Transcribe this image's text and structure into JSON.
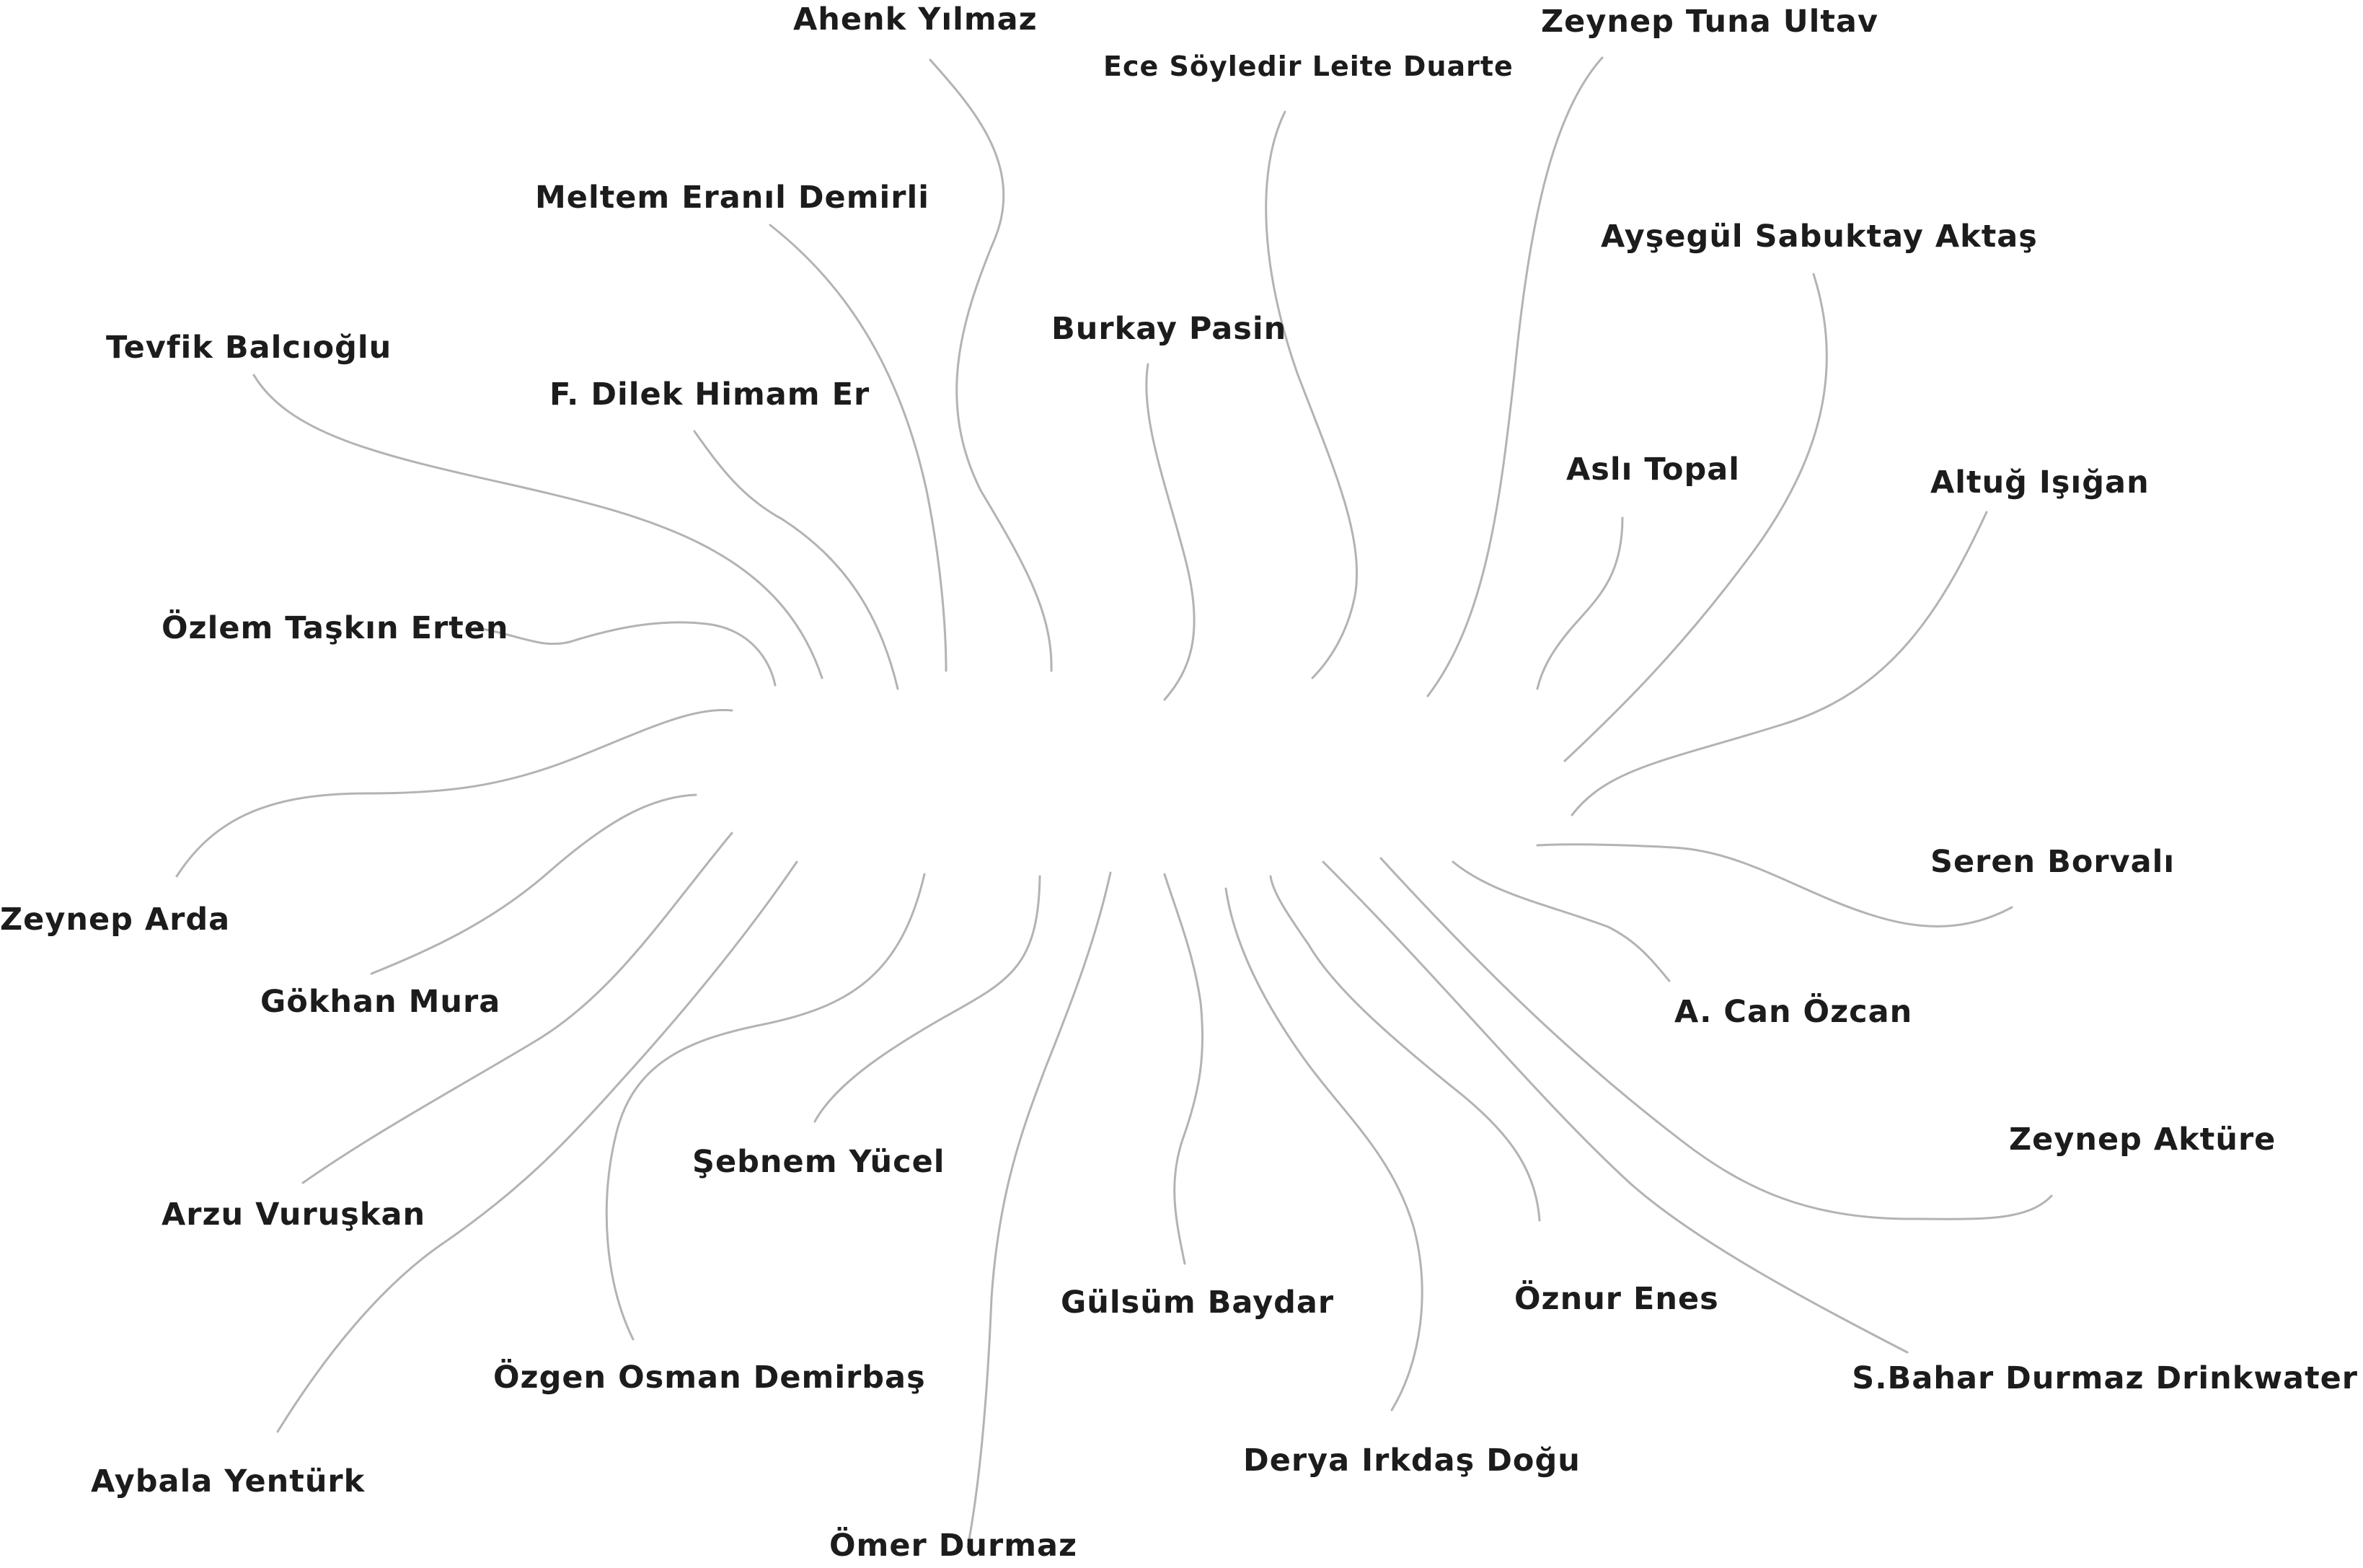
{
  "names": [
    "Ahenk Yılmaz",
    "Ece Söyledir Leite Duarte",
    "Zeynep Tuna Ultav",
    "Meltem Eranıl Demirli",
    "Ayşegül Sabuktay Aktaş",
    "Burkay Pasin",
    "Tevfik Balcıoğlu",
    "F. Dilek Himam Er",
    "Aslı Topal",
    "Altuğ Işığan",
    "Özlem Taşkın Erten",
    "Seren Borvalı",
    "Zeynep Arda",
    "Gökhan Mura",
    "A. Can Özcan",
    "Zeynep Aktüre",
    "Şebnem Yücel",
    "Arzu Vuruşkan",
    "Gülsüm Baydar",
    "Öznur Enes",
    "Özgen Osman Demirbaş",
    "S.Bahar Durmaz Drinkwater",
    "Derya Irkdaş Doğu",
    "Aybala Yentürk",
    "Ömer Durmaz"
  ]
}
